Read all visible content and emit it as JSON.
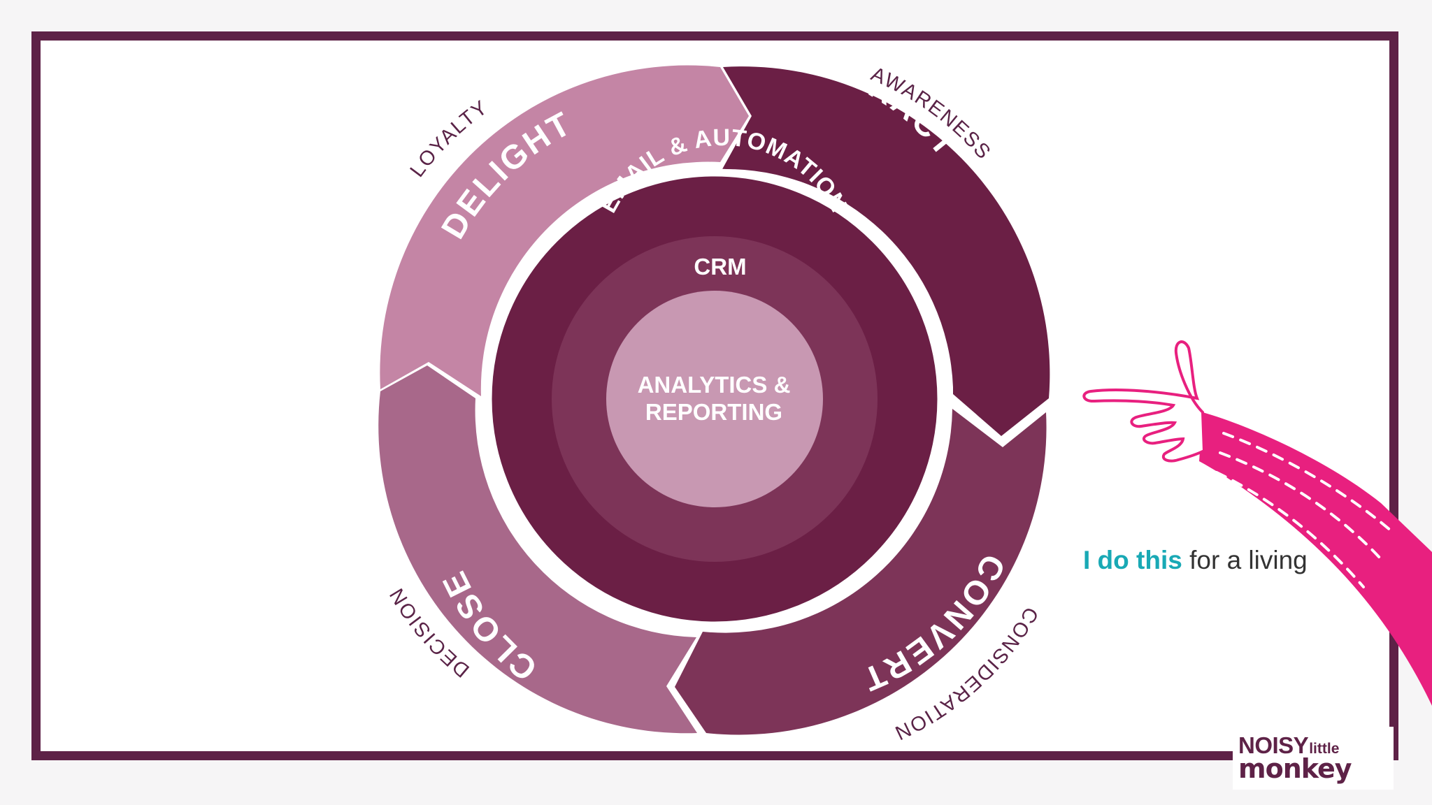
{
  "diagram": {
    "stages": [
      {
        "name": "ATTRACT",
        "tag": "AWARENESS",
        "color": "#6b1f45"
      },
      {
        "name": "CONVERT",
        "tag": "CONSIDERATION",
        "color": "#7d3458"
      },
      {
        "name": "CLOSE",
        "tag": "DECISION",
        "color": "#a8688a"
      },
      {
        "name": "DELIGHT",
        "tag": "LOYALTY",
        "color": "#c485a5"
      }
    ],
    "rings": {
      "outer": "EMAIL & AUTOMATION",
      "middle": "CRM",
      "core_line1": "ANALYTICS &",
      "core_line2": "REPORTING"
    },
    "ring_colors": {
      "outer": "#6b1f45",
      "middle": "#7d3458",
      "core": "#c898b2"
    }
  },
  "caption": {
    "highlight": "I do this",
    "rest": "for a living"
  },
  "logo": {
    "line1_big": "NOISY",
    "line1_small": "little",
    "line2": "monkey"
  },
  "colors": {
    "frame": "#5e2247",
    "accent": "#19a9b5",
    "arm": "#e8207f"
  }
}
